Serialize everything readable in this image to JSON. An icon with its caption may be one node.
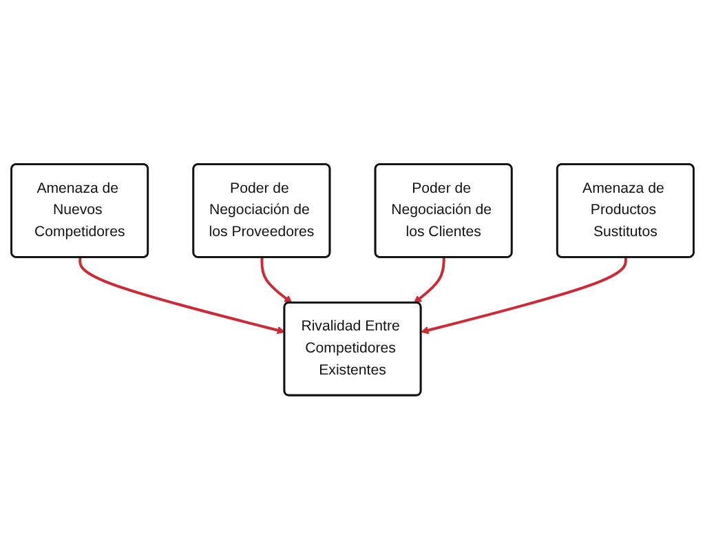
{
  "diagram": {
    "nodes": [
      {
        "text": [
          "Amenaza de Nuevos Competidores"
        ]
      },
      {
        "text": [
          "Poder de Negociación de los Proveedores"
        ]
      },
      {
        "text": [
          "Rivalidad Entre Competidores Existentes"
        ]
      },
      {
        "text": [
          "Poder de Negociación de los Clientes"
        ]
      },
      {
        "text": [
          "Amenaza de Productos Sustitutos"
        ]
      }
    ],
    "edges": [
      {
        "from": 0,
        "to": 2,
        "arrow": "to"
      },
      {
        "from": 1,
        "to": 2,
        "arrow": "to"
      },
      {
        "from": 3,
        "to": 2,
        "arrow": "to"
      },
      {
        "from": 4,
        "to": 2,
        "arrow": "to"
      }
    ]
  }
}
